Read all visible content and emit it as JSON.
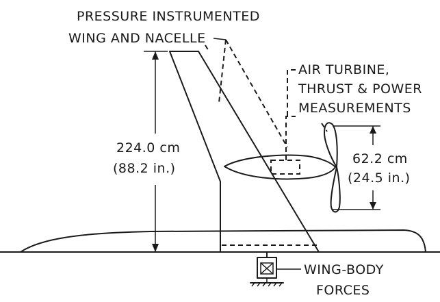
{
  "labels": {
    "pressure_line1": "PRESSURE INSTRUMENTED",
    "pressure_line2": "WING AND NACELLE",
    "turbine_line1": "AIR TURBINE,",
    "turbine_line2": "THRUST & POWER",
    "turbine_line3": "MEASUREMENTS",
    "span_metric": "224.0 cm",
    "span_imperial": "(88.2 in.)",
    "prop_metric": "62.2 cm",
    "prop_imperial": "(24.5 in.)",
    "forces_line1": "WING-BODY",
    "forces_line2": "FORCES"
  }
}
